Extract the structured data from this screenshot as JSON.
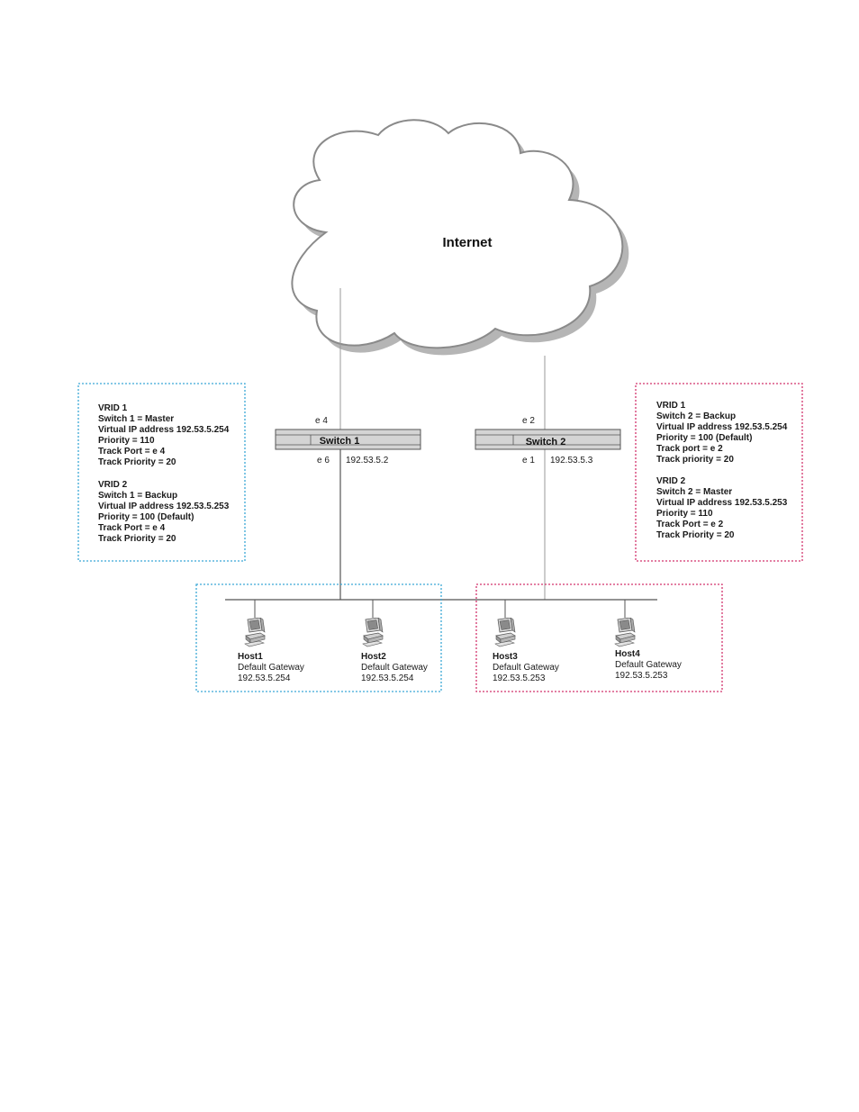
{
  "cloud": {
    "label": "Internet"
  },
  "switch1": {
    "name": "Switch 1",
    "port_top": "e 4",
    "port_bottom": "e 6",
    "ip": "192.53.5.2"
  },
  "switch2": {
    "name": "Switch 2",
    "port_top": "e 2",
    "port_bottom": "e 1",
    "ip": "192.53.5.3"
  },
  "config_left": {
    "color": "#3aa7d6",
    "lines": [
      [
        "VRID 1",
        "Switch 1 = Master",
        "Virtual IP address 192.53.5.254",
        "Priority = 110",
        "Track Port = e 4",
        "Track Priority = 20"
      ],
      [
        "VRID 2",
        "Switch 1 = Backup",
        "Virtual IP address 192.53.5.253",
        "Priority = 100 (Default)",
        "Track Port = e 4",
        "Track Priority = 20"
      ]
    ]
  },
  "config_right": {
    "color": "#d2336c",
    "lines": [
      [
        "VRID 1",
        "Switch 2 = Backup",
        "Virtual IP address 192.53.5.254",
        "Priority = 100 (Default)",
        "Track port = e 2",
        "Track priority = 20"
      ],
      [
        "VRID 2",
        "Switch 2 = Master",
        "Virtual IP address 192.53.5.253",
        "Priority = 110",
        "Track Port = e 2",
        "Track Priority = 20"
      ]
    ]
  },
  "hosts": [
    {
      "name": "Host1",
      "gateway_label": "Default Gateway",
      "gateway": "192.53.5.254"
    },
    {
      "name": "Host2",
      "gateway_label": "Default Gateway",
      "gateway": "192.53.5.254"
    },
    {
      "name": "Host3",
      "gateway_label": "Default Gateway",
      "gateway": "192.53.5.253"
    },
    {
      "name": "Host4",
      "gateway_label": "Default Gateway",
      "gateway": "192.53.5.253"
    }
  ],
  "icons": {
    "host": "desktop-computer-icon",
    "cloud": "cloud-icon",
    "switch": "network-switch-icon"
  }
}
